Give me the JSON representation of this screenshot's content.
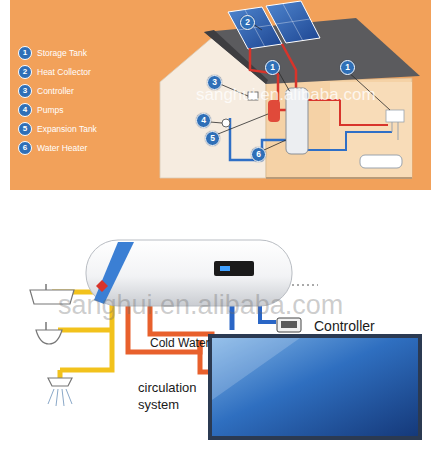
{
  "diagram": {
    "nodes": [
      {
        "text": [
          "1",
          "Storage Tank"
        ]
      },
      {
        "text": [
          "2",
          "Heat Collector"
        ]
      },
      {
        "text": [
          "3",
          "Controller"
        ]
      },
      {
        "text": [
          "4",
          "Pumps"
        ]
      },
      {
        "text": [
          "5",
          "Expansion Tank"
        ]
      },
      {
        "text": [
          "6",
          "Water Heater"
        ]
      },
      {
        "text": [
          "2"
        ]
      },
      {
        "text": [
          "1"
        ]
      },
      {
        "text": [
          "1"
        ]
      },
      {
        "text": [
          "3"
        ]
      },
      {
        "text": [
          "4"
        ]
      },
      {
        "text": [
          "5"
        ]
      },
      {
        "text": [
          "6"
        ]
      }
    ],
    "labels": [
      "sanghui.en.alibaba.com",
      "sanghui.en.alibaba.com",
      "Controller",
      "Cold Water",
      "circulation system"
    ]
  }
}
